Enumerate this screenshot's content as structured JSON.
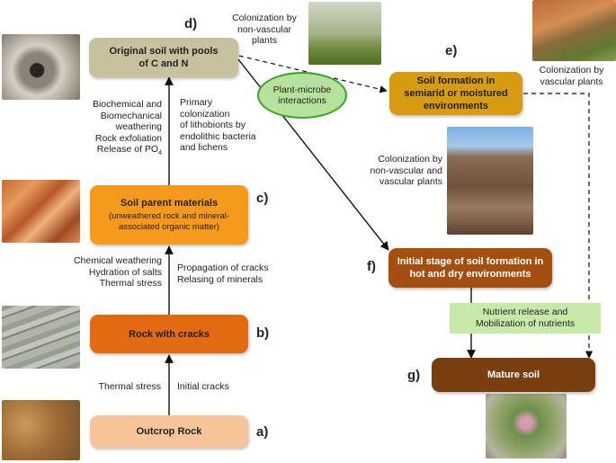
{
  "boxes": {
    "d": {
      "title": "Original soil with pools of  C and N",
      "color": "#c8c19e"
    },
    "c": {
      "title": "Soil parent materials",
      "subtitle": "(unweathered rock and mineral-associated organic matter)",
      "color": "#f79a1b"
    },
    "b": {
      "title": "Rock with cracks",
      "color": "#e26a12"
    },
    "a": {
      "title": "Outcrop Rock",
      "color": "#f8c59a"
    },
    "e": {
      "title": "Soil formation in semiarid or moistured environments",
      "color": "#d69b0e"
    },
    "f": {
      "title": "Initial stage of soil formation in hot and dry environments",
      "color": "#a44f10"
    },
    "g": {
      "title": "Mature soil",
      "color": "#7a3f11"
    }
  },
  "letters": {
    "a": "a)",
    "b": "b)",
    "c": "c)",
    "d": "d)",
    "e": "e)",
    "f": "f)",
    "g": "g)"
  },
  "labels": {
    "thermal_stress": "Thermal stress",
    "initial_cracks": "Initial cracks",
    "chem_weathering": [
      "Chemical weathering",
      "Hydration of salts",
      "Thermal stress"
    ],
    "propagation": [
      "Propagation of cracks",
      "Relasing of minerals"
    ],
    "biochem": [
      "Biochemical and",
      "Biomechanical",
      "weathering",
      "Rock exfoliation",
      "Release of PO"
    ],
    "biochem_sub": "4",
    "primary": [
      "Primary",
      "colonization",
      "of lithobionts by",
      "endolithic bacteria",
      "and lichens"
    ],
    "col_nonvascular": [
      "Colonization by",
      "non-vascular",
      "plants"
    ],
    "col_vascular": [
      "Colonization by",
      "vascular plants"
    ],
    "col_both": [
      "Colonization by",
      "non-vascular  and",
      "vascular plants"
    ],
    "plant_microbe": "Plant-microbe interactions",
    "nutrient": [
      "Nutrient release and",
      "Mobilization of nutrients"
    ]
  },
  "colors": {
    "green_fill": "#b7e29b",
    "green_border": "#3aa32e",
    "nutrient_fill": "#c7eaa8"
  }
}
